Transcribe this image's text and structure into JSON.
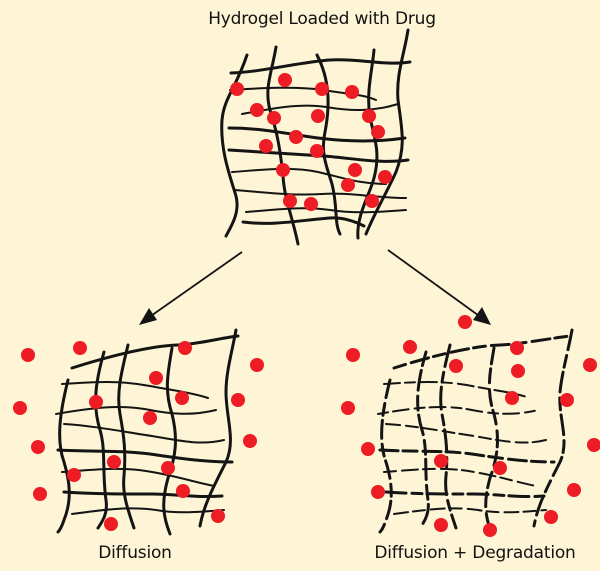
{
  "title": "Hydrogel Loaded with Drug",
  "panels": [
    {
      "label": "Diffusion"
    },
    {
      "label": "Diffusion + Degradation"
    }
  ],
  "colors": {
    "background": "#fdf5d5",
    "drug": "#ee1c24",
    "fiber": "#141414"
  }
}
